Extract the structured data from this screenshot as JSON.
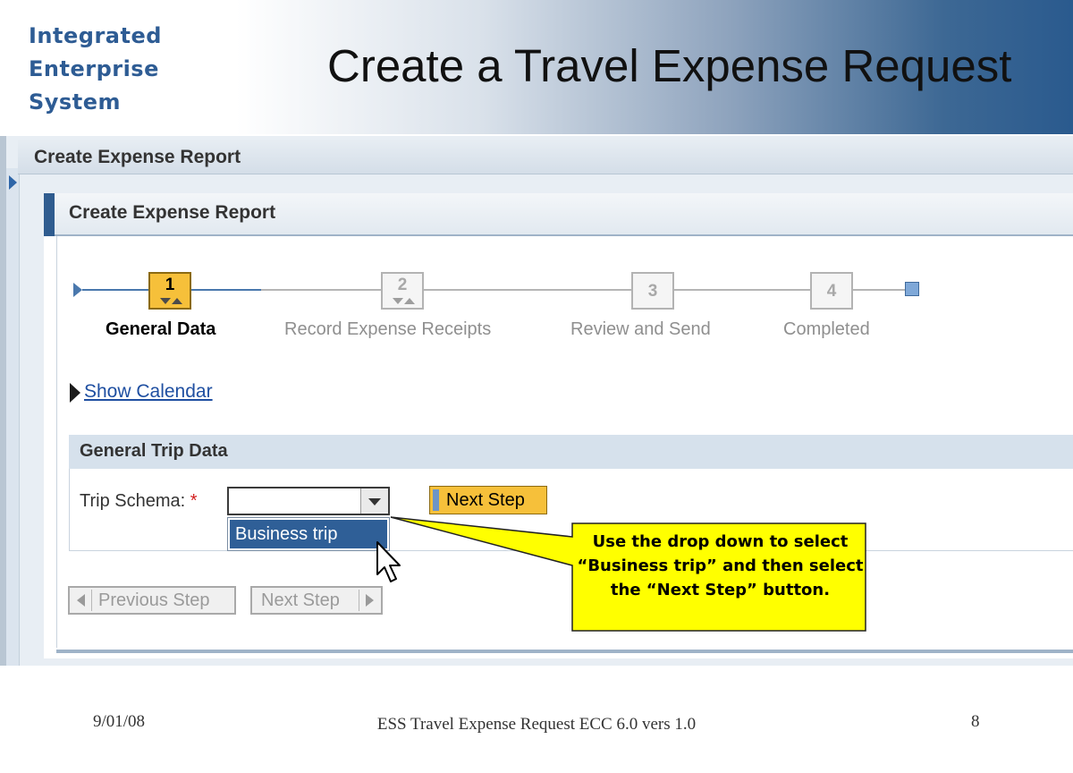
{
  "slide": {
    "brand_lines": [
      "Integrated",
      "Enterprise",
      "System"
    ],
    "title": "Create a Travel Expense Request"
  },
  "window": {
    "outer_title": "Create Expense Report",
    "panel_title": "Create Expense Report"
  },
  "roadmap": {
    "steps": [
      {
        "number": "1",
        "label": "General Data",
        "state": "active"
      },
      {
        "number": "2",
        "label": "Record Expense Receipts",
        "state": "inactive"
      },
      {
        "number": "3",
        "label": "Review and Send",
        "state": "inactive"
      },
      {
        "number": "4",
        "label": "Completed",
        "state": "inactive"
      }
    ]
  },
  "calendar": {
    "link_text": "Show Calendar"
  },
  "trip_data": {
    "group_title": "General Trip Data",
    "field_label": "Trip Schema:",
    "required_marker": "*",
    "select_value": "",
    "dropdown_option": "Business trip",
    "next_step_label": "Next Step"
  },
  "navigation": {
    "previous_label": "Previous Step",
    "next_label": "Next Step"
  },
  "callout": {
    "text": "Use the drop down to select “Business trip” and then select the “Next Step” button."
  },
  "footer": {
    "date": "9/01/08",
    "title": "ESS Travel Expense Request ECC 6.0 vers 1.0",
    "page": "8"
  },
  "colors": {
    "brand": "#2e5c94",
    "header_gradient_end": "#2a5a8e",
    "active_step": "#f6c03a",
    "callout_fill": "#ffff00",
    "selection": "#2f5f97",
    "required": "#d21d1d"
  },
  "icons": [
    "expand-arrow-icon",
    "roadmap-start-icon",
    "roadmap-end-icon",
    "disclosure-triangle-icon",
    "dropdown-arrow-icon",
    "previous-arrow-icon",
    "next-arrow-icon",
    "mouse-cursor-icon"
  ]
}
